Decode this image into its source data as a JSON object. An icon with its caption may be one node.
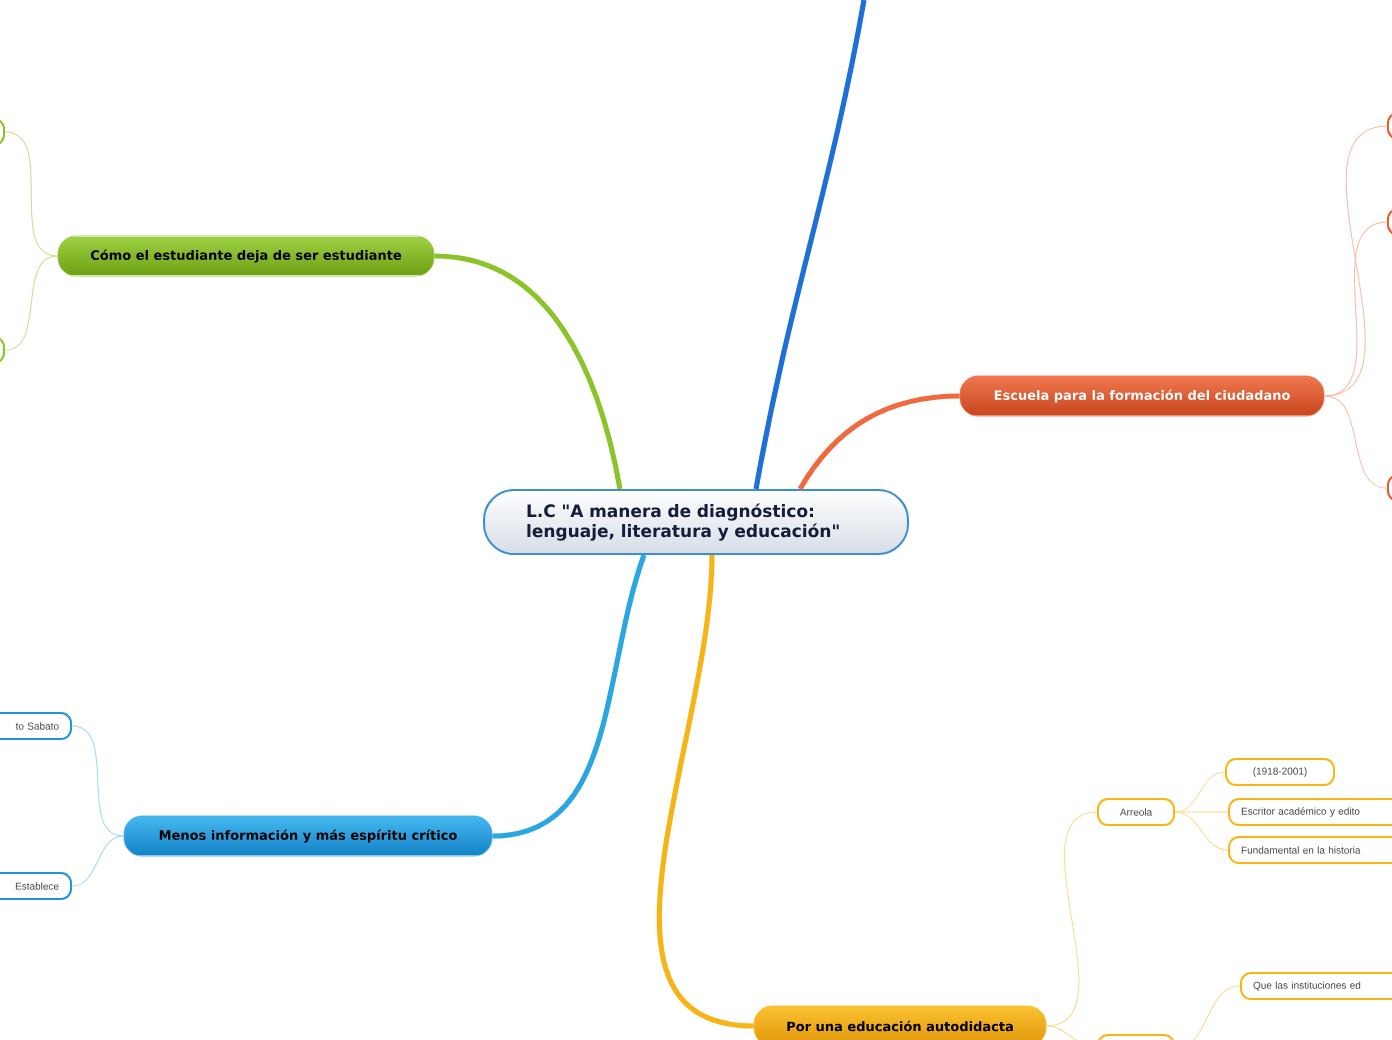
{
  "diagram": {
    "nodes": [
      {
        "text": [
          "L.C \"A manera de diagnóstico: lenguaje, literatura y educación\""
        ]
      },
      {
        "text": [
          "Cómo el estudiante deja de ser estudiante"
        ]
      },
      {
        "text": [],
        "shape": "box"
      },
      {
        "text": [],
        "shape": "box"
      },
      {
        "text": [
          "Escuela para la formación del ciudadano"
        ]
      },
      {
        "text": [],
        "shape": "box"
      },
      {
        "text": [],
        "shape": "box"
      },
      {
        "text": [],
        "shape": "box"
      },
      {
        "text": [
          "Menos información y más espíritu crítico"
        ]
      },
      {
        "text": [
          "to Sabato"
        ]
      },
      {
        "text": [
          "Establece"
        ]
      },
      {
        "text": [
          "Por una educación autodidacta"
        ]
      },
      {
        "text": [
          "Arreola"
        ]
      },
      {
        "text": [
          "(1918-2001)"
        ]
      },
      {
        "text": [
          "Escritor académico y edito"
        ]
      },
      {
        "text": [
          "Fundamental en la historia"
        ]
      },
      {
        "text": [
          "Que las instituciones ed"
        ]
      },
      {
        "text": [],
        "shape": "box"
      }
    ],
    "edges": [
      {
        "from": 0,
        "to": 1,
        "arrow": "none",
        "style": "thick",
        "color": "#8cc22a"
      },
      {
        "from": 1,
        "to": 2,
        "arrow": "none",
        "color": "#c4e08a"
      },
      {
        "from": 1,
        "to": 3,
        "arrow": "none",
        "color": "#c4e08a"
      },
      {
        "from": 0,
        "to": 4,
        "arrow": "none",
        "style": "thick",
        "color": "#f06a40"
      },
      {
        "from": 4,
        "to": 5,
        "arrow": "none",
        "color": "#f8b8a0"
      },
      {
        "from": 4,
        "to": 6,
        "arrow": "none",
        "color": "#f8b8a0"
      },
      {
        "from": 4,
        "to": 7,
        "arrow": "none",
        "color": "#f8b8a0"
      },
      {
        "from": 0,
        "to": 8,
        "arrow": "none",
        "style": "thick",
        "color": "#2aa6e0"
      },
      {
        "from": 8,
        "to": 9,
        "arrow": "none",
        "color": "#9ed6f2"
      },
      {
        "from": 8,
        "to": 10,
        "arrow": "none",
        "color": "#9ed6f2"
      },
      {
        "from": 0,
        "to": 11,
        "arrow": "none",
        "style": "thick",
        "color": "#f7b416"
      },
      {
        "from": 11,
        "to": 12,
        "arrow": "none",
        "color": "#fbd98a"
      },
      {
        "from": 12,
        "to": 13,
        "arrow": "none",
        "color": "#fbd98a"
      },
      {
        "from": 12,
        "to": 14,
        "arrow": "none",
        "color": "#fbd98a"
      },
      {
        "from": 12,
        "to": 15,
        "arrow": "none",
        "color": "#fbd98a"
      },
      {
        "from": 11,
        "to": 17,
        "arrow": "none",
        "color": "#fbd98a"
      },
      {
        "from": 17,
        "to": 16,
        "arrow": "none",
        "color": "#fbd98a"
      },
      {
        "from": 0,
        "to": null,
        "arrow": "none",
        "style": "thick",
        "color": "#1e6fd8"
      }
    ]
  }
}
